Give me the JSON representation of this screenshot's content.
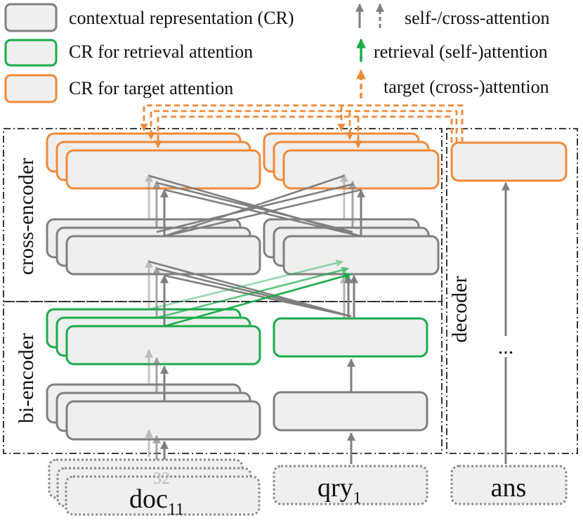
{
  "legend": {
    "cr": "contextual representation (CR)",
    "cr_retrieval": "CR for retrieval attention",
    "cr_target": "CR for target attention",
    "self_cross": "self-/cross-attention",
    "retrieval": "retrieval (self-)attention",
    "target": "target (cross-)attention"
  },
  "sections": {
    "cross_encoder": "cross-encoder",
    "bi_encoder": "bi-encoder",
    "decoder": "decoder"
  },
  "inputs": {
    "doc_base": "doc",
    "doc_sub": "11",
    "doc_back_sub": "32",
    "qry_base": "qry",
    "qry_sub": "1",
    "ans": "ans",
    "ellipsis": "..."
  },
  "colors": {
    "gray_stroke": "#7f7f7f",
    "gray_fill": "#efefef",
    "green": "#1aab4a",
    "orange": "#ef8a3a",
    "dash_frame": "#222222",
    "dotted": "#8a8a8a"
  }
}
